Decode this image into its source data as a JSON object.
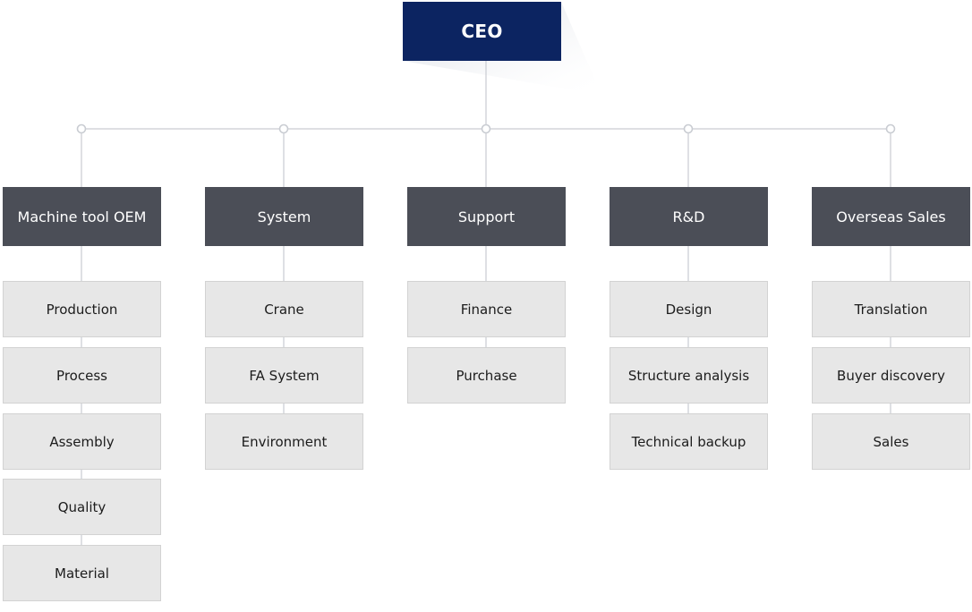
{
  "ceo": {
    "label": "CEO"
  },
  "departments": [
    {
      "name": "Machine tool OEM",
      "subs": [
        "Production",
        "Process",
        "Assembly",
        "Quality",
        "Material"
      ]
    },
    {
      "name": "System",
      "subs": [
        "Crane",
        "FA System",
        "Environment"
      ]
    },
    {
      "name": "Support",
      "subs": [
        "Finance",
        "Purchase"
      ]
    },
    {
      "name": "R&D",
      "subs": [
        "Design",
        "Structure analysis",
        "Technical backup"
      ]
    },
    {
      "name": "Overseas Sales",
      "subs": [
        "Translation",
        "Buyer discovery",
        "Sales"
      ]
    }
  ],
  "colors": {
    "ceo_box": "#0c2461",
    "dept_box": "#4b4e57",
    "sub_box": "#e7e7e7",
    "connector": "#c9ccd2"
  }
}
